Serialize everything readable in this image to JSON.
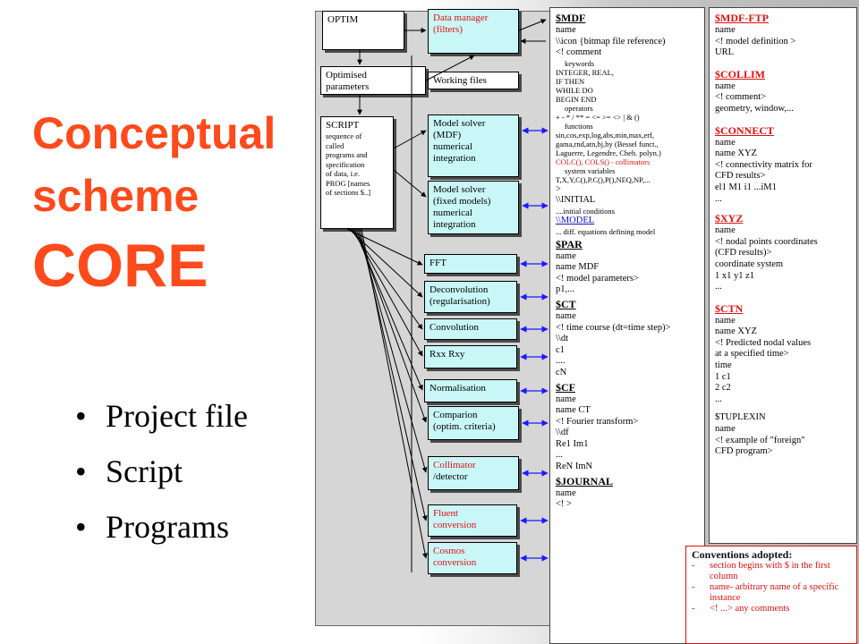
{
  "title": {
    "line1": "Conceptual",
    "line2": "scheme",
    "line3": "CORE"
  },
  "bullets": [
    "Project file",
    "Script",
    "Programs"
  ],
  "diagram": {
    "optim": "OPTIM",
    "data_manager": [
      "Data manager",
      "(filters)"
    ],
    "optimised_parameters": [
      "Optimised",
      "parameters"
    ],
    "working_files": "Working files",
    "script": {
      "title": "SCRIPT",
      "body": [
        "sequence of",
        "called",
        "programs and",
        "specification",
        "of data, i.e.",
        "PROG [names",
        "of sections $..]"
      ]
    },
    "modules": [
      {
        "label": [
          "Model solver",
          "(MDF)",
          "numerical",
          "integration"
        ]
      },
      {
        "label": [
          "Model solver",
          "(fixed models)",
          "numerical",
          "integration"
        ]
      },
      {
        "label": [
          "FFT"
        ]
      },
      {
        "label": [
          "Deconvolution",
          "(regularisation)"
        ]
      },
      {
        "label": [
          "Convolution"
        ]
      },
      {
        "label": [
          "Rxx Rxy"
        ]
      },
      {
        "label": [
          "Normalisation"
        ]
      },
      {
        "label": [
          "Comparion",
          "(optim. criteria)"
        ]
      },
      {
        "label": [
          "Collimator",
          "/detector"
        ]
      },
      {
        "label": [
          "Fluent",
          "conversion"
        ]
      },
      {
        "label": [
          "Cosmos",
          "conversion"
        ]
      }
    ]
  },
  "project_left": {
    "mdf_section": "$MDF",
    "mdf_lines": [
      "name",
      "\\\\icon {bitmap file reference)",
      "<! comment"
    ],
    "keywords_label": "keywords",
    "keywords": [
      "INTEGER, REAL,",
      "IF THEN",
      "WHILE DO",
      "BEGIN END"
    ],
    "operators_label": "operators",
    "operators": "+ - * / ** = <= >= <> | & ()",
    "functions_label": "functions",
    "functions": [
      "sin,cos,exp,log,abs,min,max,erf,",
      "gama,rnd,atn,bj,by (Bessel funct.,",
      "Laguerre, Legendre, Cheb. polyn.)"
    ],
    "collimators": "COLC(), COLS() - collimators",
    "sysvars_label": "system variables",
    "sysvars": "T,X,Y,C(),P.C(),P(),NEQ,NP,...",
    "close": ">",
    "initial_head": "\\\\INITIAL",
    "initial_desc": "....initial conditions",
    "model_head": "\\\\MODEL",
    "model_desc": "... diff. equations defining model",
    "par_section": "$PAR",
    "par_lines": [
      "name",
      "name MDF",
      "<! model parameters>",
      "p1,..."
    ],
    "ct_section": "$CT",
    "ct_lines": [
      "name",
      "<! time course (dt=time step)>",
      "\\\\dt",
      "c1",
      "....",
      "cN"
    ],
    "cf_section": "$CF",
    "cf_lines": [
      "name",
      "name CT",
      "<! Fourier transform>",
      "\\\\df",
      "Re1 Im1",
      "...",
      "ReN ImN"
    ],
    "journal_section": "$JOURNAL",
    "journal_lines": [
      "name",
      "<!   >"
    ]
  },
  "project_right": {
    "ftp_section": "$MDF-FTP",
    "ftp_lines": [
      "name",
      "<! model definition >",
      "URL"
    ],
    "collim_section": "$COLLIM",
    "collim_lines": [
      "name",
      "<! comment>",
      "geometry, window,..."
    ],
    "connect_section": "$CONNECT",
    "connect_lines": [
      "name",
      "name XYZ",
      "<! connectivity matrix for",
      "CFD results>",
      "el1 M1 i1 ...iM1",
      "..."
    ],
    "xyz_section": "$XYZ",
    "xyz_lines": [
      "name",
      "<! nodal points coordinates",
      "(CFD results)>",
      "coordinate system",
      "1 x1 y1 z1",
      "..."
    ],
    "ctn_section": "$CTN",
    "ctn_lines": [
      "name",
      "name XYZ",
      "<! Predicted nodal values",
      "at a specified time>",
      "time",
      "1 c1",
      "2 c2",
      "..."
    ],
    "tuplexin_section": "$TUPLEXIN",
    "tuplexin_lines": [
      "name",
      "<! example of \"foreign\"",
      "CFD program>"
    ]
  },
  "conventions": {
    "title": "Conventions adopted:",
    "items": [
      {
        "dash": "-",
        "text": "section begins with $ in the first column"
      },
      {
        "dash": "-",
        "text": "name- arbitrary name of a specific instance"
      },
      {
        "dash": "-",
        "text": "<! ...> any comments"
      }
    ]
  },
  "colors": {
    "title": "#ff4a1c",
    "module_fill": "#c9f7f7",
    "arrow_blue": "#1a1aff",
    "red_text": "#e01010"
  }
}
